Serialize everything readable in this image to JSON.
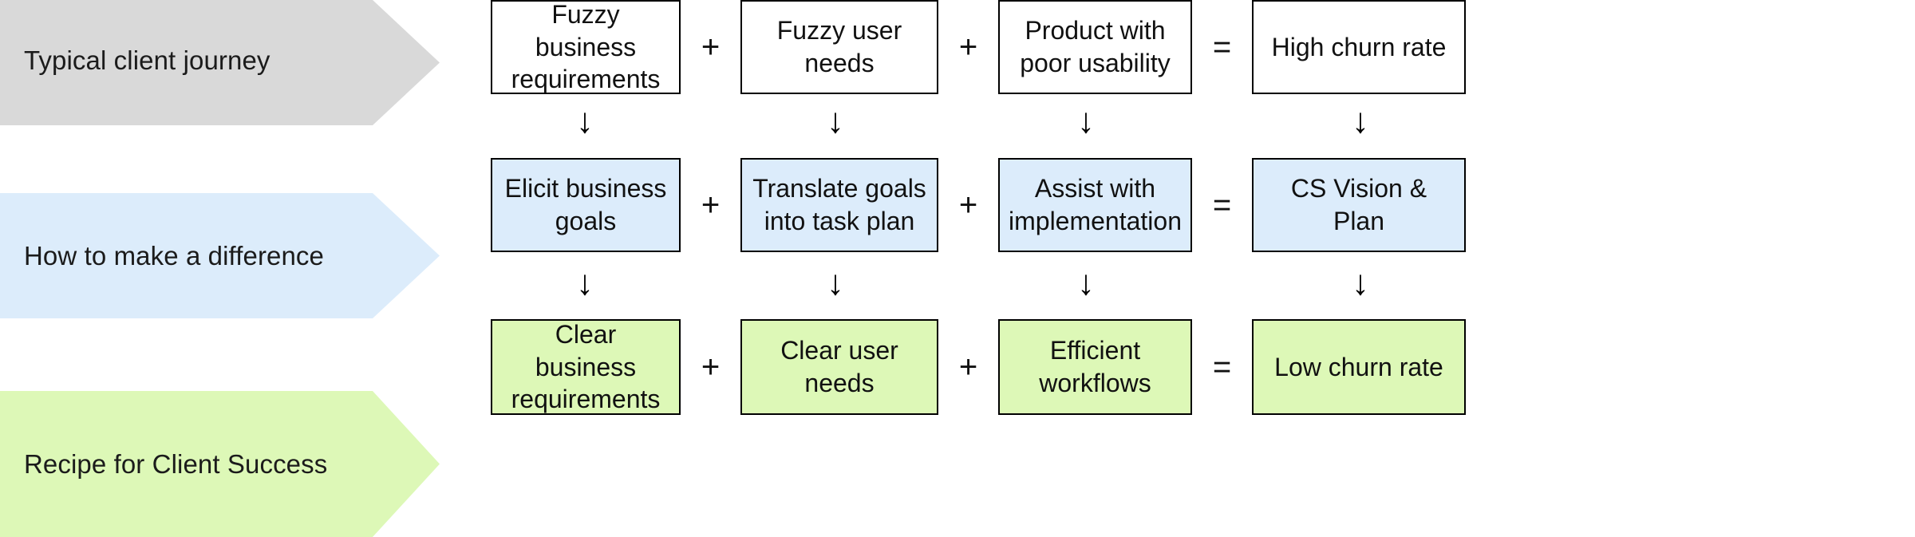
{
  "diagram": {
    "colors": {
      "band_gray": "#d9d9d9",
      "band_blue": "#dcecfb",
      "band_green": "#ddf8b7",
      "box_white": "#ffffff",
      "box_blue": "#dcecfb",
      "box_green": "#ddf8b7",
      "border": "#000000",
      "text": "#111111"
    },
    "rows": [
      {
        "label": "Typical client journey",
        "band_color": "#d9d9d9",
        "box_color": "#ffffff",
        "cells": [
          "Fuzzy business requirements",
          "Fuzzy user needs",
          "Product with poor usability",
          "High churn rate"
        ],
        "operators": [
          "+",
          "+",
          "="
        ]
      },
      {
        "label": "How to make a difference",
        "band_color": "#dcecfb",
        "box_color": "#dcecfb",
        "cells": [
          "Elicit business goals",
          "Translate goals into task plan",
          "Assist with implementation",
          "CS Vision & Plan"
        ],
        "operators": [
          "+",
          "+",
          "="
        ]
      },
      {
        "label": "Recipe for Client Success",
        "band_color": "#ddf8b7",
        "box_color": "#ddf8b7",
        "cells": [
          "Clear business requirements",
          "Clear user needs",
          "Efficient workflows",
          "Low churn rate"
        ],
        "operators": [
          "+",
          "+",
          "="
        ]
      }
    ],
    "connectors": {
      "glyph": "↓",
      "name": "down-arrow",
      "bands": 2,
      "per_band": 4
    }
  }
}
